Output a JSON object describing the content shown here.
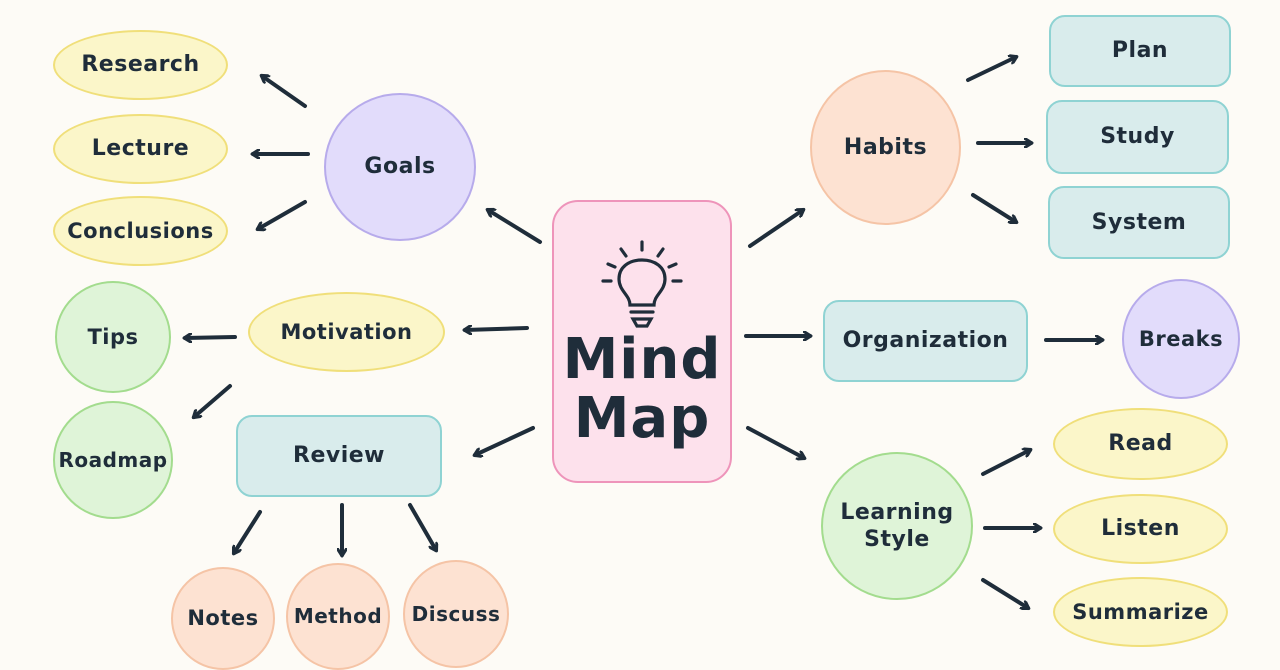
{
  "center": {
    "line1": "Mind",
    "line2": "Map",
    "icon": "lightbulb-icon"
  },
  "nodes": {
    "research": "Research",
    "lecture": "Lecture",
    "conclusions": "Conclusions",
    "goals": "Goals",
    "tips": "Tips",
    "motivation": "Motivation",
    "roadmap": "Roadmap",
    "review": "Review",
    "notes": "Notes",
    "method": "Method",
    "discuss": "Discuss",
    "habits": "Habits",
    "plan": "Plan",
    "study": "Study",
    "system": "System",
    "organization": "Organization",
    "breaks": "Breaks",
    "learning_line1": "Learning",
    "learning_line2": "Style",
    "read": "Read",
    "listen": "Listen",
    "summarize": "Summarize"
  },
  "colors": {
    "ink": "#1f2d3a",
    "background": "#fdfbf6",
    "yellow": "#fbf6c9",
    "purple": "#e2dcfb",
    "peach": "#fde2d2",
    "teal": "#d9ecec",
    "green": "#dff4d8",
    "pink": "#fde1ec"
  }
}
